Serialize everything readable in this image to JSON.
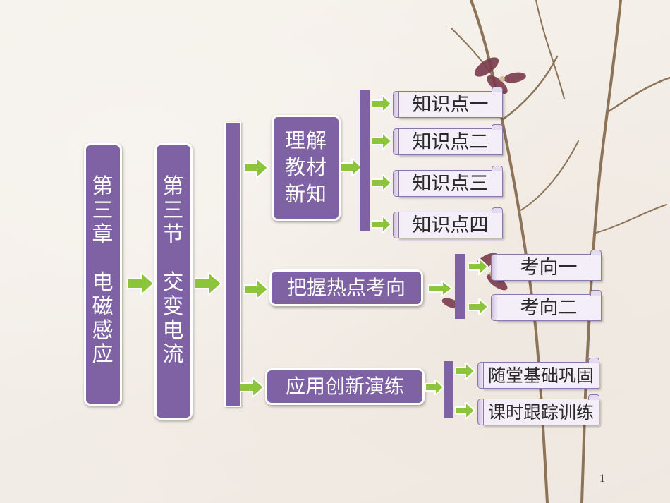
{
  "chapter": {
    "chars": [
      "第",
      "三",
      "章",
      "",
      "电",
      "磁",
      "感",
      "应"
    ]
  },
  "section": {
    "chars": [
      "第",
      "三",
      "节",
      "",
      "交",
      "变",
      "电",
      "流"
    ]
  },
  "branches": [
    {
      "label_lines": [
        "理解",
        "教材",
        "新知"
      ],
      "children": [
        "知识点一",
        "知识点二",
        "知识点三",
        "知识点四"
      ]
    },
    {
      "label": "把握热点考向",
      "children": [
        "考向一",
        "考向二"
      ]
    },
    {
      "label": "应用创新演练",
      "children": [
        "随堂基础巩固",
        "课时跟踪训练"
      ]
    }
  ],
  "page_number": "1",
  "colors": {
    "box": "#7e62a4",
    "arrow": "#8cc43c",
    "scroll_bg": "#f3eef7"
  }
}
